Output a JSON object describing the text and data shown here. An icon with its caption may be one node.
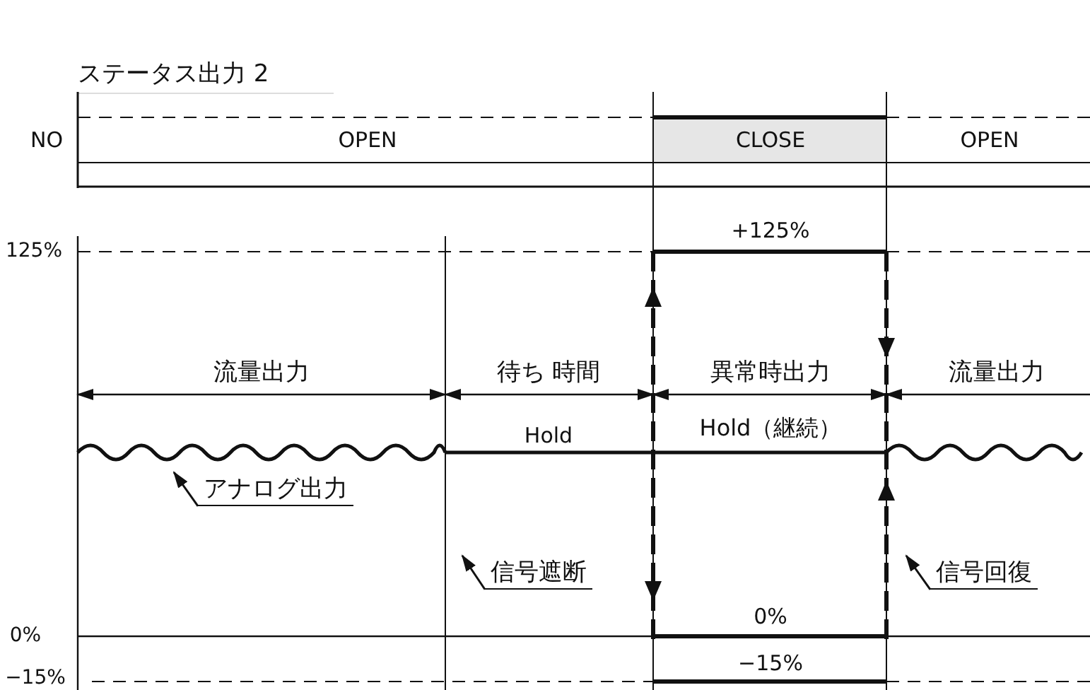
{
  "diagram": {
    "title": "ステータス出力 2",
    "nodes": [
      {
        "text": [
          "アナログ出力"
        ]
      },
      {
        "text": [
          "信号遮断"
        ]
      },
      {
        "text": [
          "信号回復"
        ]
      }
    ],
    "edges": [
      {
        "from": 0,
        "to": null,
        "arrow": "to"
      },
      {
        "from": 1,
        "to": null,
        "arrow": "to"
      },
      {
        "from": 2,
        "to": null,
        "arrow": "to"
      }
    ],
    "labels": [
      "NO",
      "OPEN",
      "CLOSE",
      "OPEN",
      "+125%",
      "125%",
      "流量出力",
      "待ち 時間",
      "異常時出力",
      "流量出力",
      "Hold",
      "Hold（継続）",
      "0%",
      "0%",
      "−15%",
      "−15%"
    ]
  }
}
